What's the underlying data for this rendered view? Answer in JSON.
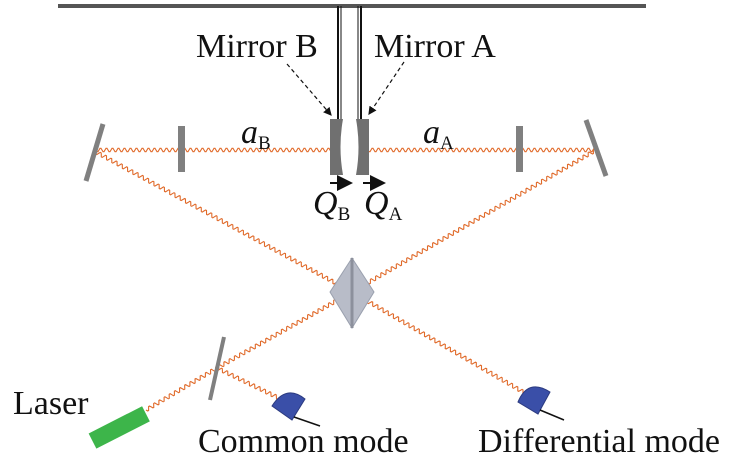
{
  "labels": {
    "mirror_b": "Mirror B",
    "mirror_a": "Mirror A",
    "mode_b_symbol": "a",
    "mode_b_sub": "B",
    "mode_a_symbol": "a",
    "mode_a_sub": "A",
    "disp_b_symbol": "Q",
    "disp_b_sub": "B",
    "disp_a_symbol": "Q",
    "disp_a_sub": "A",
    "laser": "Laser",
    "common_mode": "Common mode",
    "differential_mode": "Differential mode"
  },
  "colors": {
    "beam": "#e06a2a",
    "mirror": "#6b6b6b",
    "laser": "#3db54a",
    "detector": "#3a4fa8",
    "splitter": "#b8bcc8"
  }
}
